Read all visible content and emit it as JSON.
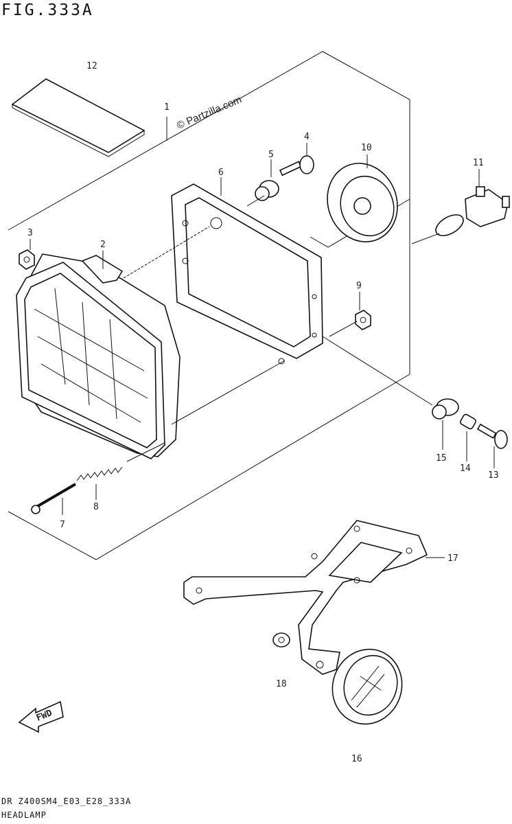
{
  "figure": {
    "title": "FIG.333A",
    "watermark": "© Partzilla.com",
    "model_code": "DR Z400SM4_E03_E28_333A",
    "section_name": "HEADLAMP",
    "fwd_label": "FWD"
  },
  "callouts": {
    "p1": "1",
    "p2": "2",
    "p3": "3",
    "p4": "4",
    "p5": "5",
    "p6": "6",
    "p7": "7",
    "p8": "8",
    "p9": "9",
    "p10": "10",
    "p11": "11",
    "p12": "12",
    "p13": "13",
    "p14": "14",
    "p15": "15",
    "p16": "16",
    "p17": "17",
    "p18": "18"
  }
}
